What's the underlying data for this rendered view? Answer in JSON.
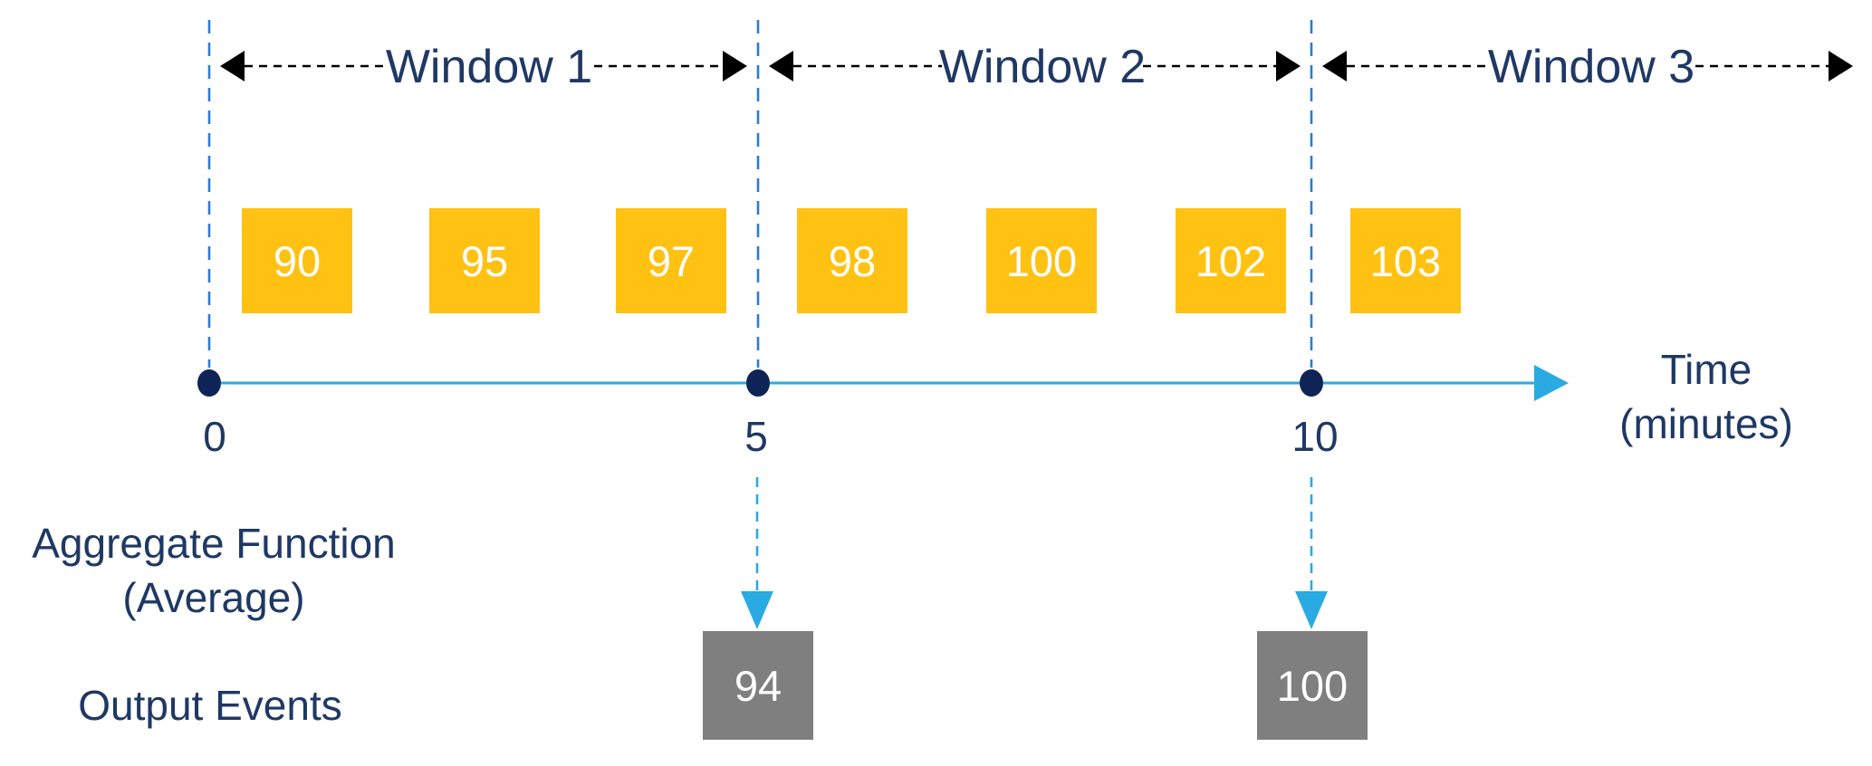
{
  "diagram_type": "tumbling-window-timeline",
  "windows": [
    {
      "label": "Window 1"
    },
    {
      "label": "Window 2"
    },
    {
      "label": "Window 3"
    }
  ],
  "events": [
    {
      "value": "90"
    },
    {
      "value": "95"
    },
    {
      "value": "97"
    },
    {
      "value": "98"
    },
    {
      "value": "100"
    },
    {
      "value": "102"
    },
    {
      "value": "103"
    }
  ],
  "axis": {
    "ticks": [
      "0",
      "5",
      "10"
    ],
    "title_line1": "Time",
    "title_line2": "(minutes)"
  },
  "aggregate": {
    "line1": "Aggregate Function",
    "line2": "(Average)"
  },
  "output": {
    "label": "Output Events",
    "events": [
      {
        "value": "94"
      },
      {
        "value": "100"
      }
    ]
  },
  "colors": {
    "text_navy": "#1F3864",
    "dot_navy": "#0E2356",
    "line_blue": "#2B7CD3",
    "accent_cyan": "#29ABE2",
    "event_yellow": "#FFC213",
    "output_gray": "#7F7F7F",
    "arrow_black": "#000000"
  }
}
